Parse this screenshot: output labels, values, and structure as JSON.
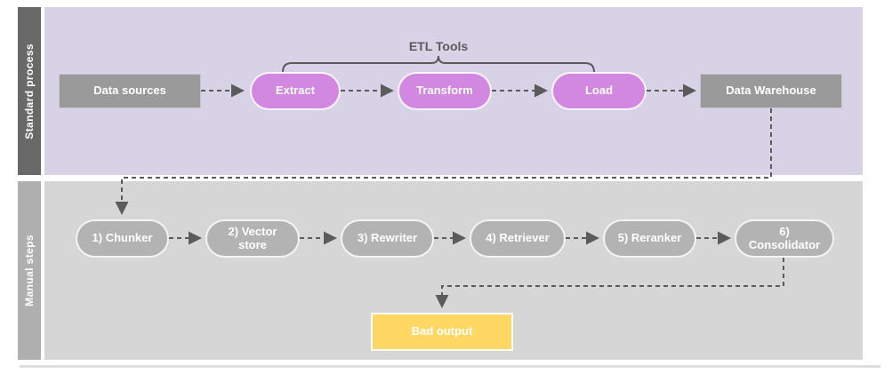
{
  "lanes": {
    "standard": {
      "label": "Standard process",
      "annotation": "ETL Tools",
      "nodes": {
        "data_sources": "Data sources",
        "extract": "Extract",
        "transform": "Transform",
        "load": "Load",
        "warehouse": "Data Warehouse"
      }
    },
    "manual": {
      "label": "Manual steps",
      "nodes": {
        "chunker": "1) Chunker",
        "vector_store": "2) Vector store",
        "rewriter": "3) Rewriter",
        "retriever": "4) Retriever",
        "reranker": "5) Reranker",
        "consolidator": "6) Consolidator"
      },
      "bad_output": "Bad output"
    }
  },
  "colors": {
    "standard_lane_bg": "#d8d2e7",
    "standard_label_bg": "#696969",
    "manual_lane_bg": "#d6d6d6",
    "manual_label_bg": "#afafaf",
    "etl_pill": "#d287e0",
    "gray_pill": "#b3b3b3",
    "gray_box": "#9a9a9a",
    "bad_output_box": "#ffd763",
    "connector": "#5b5b5b"
  }
}
